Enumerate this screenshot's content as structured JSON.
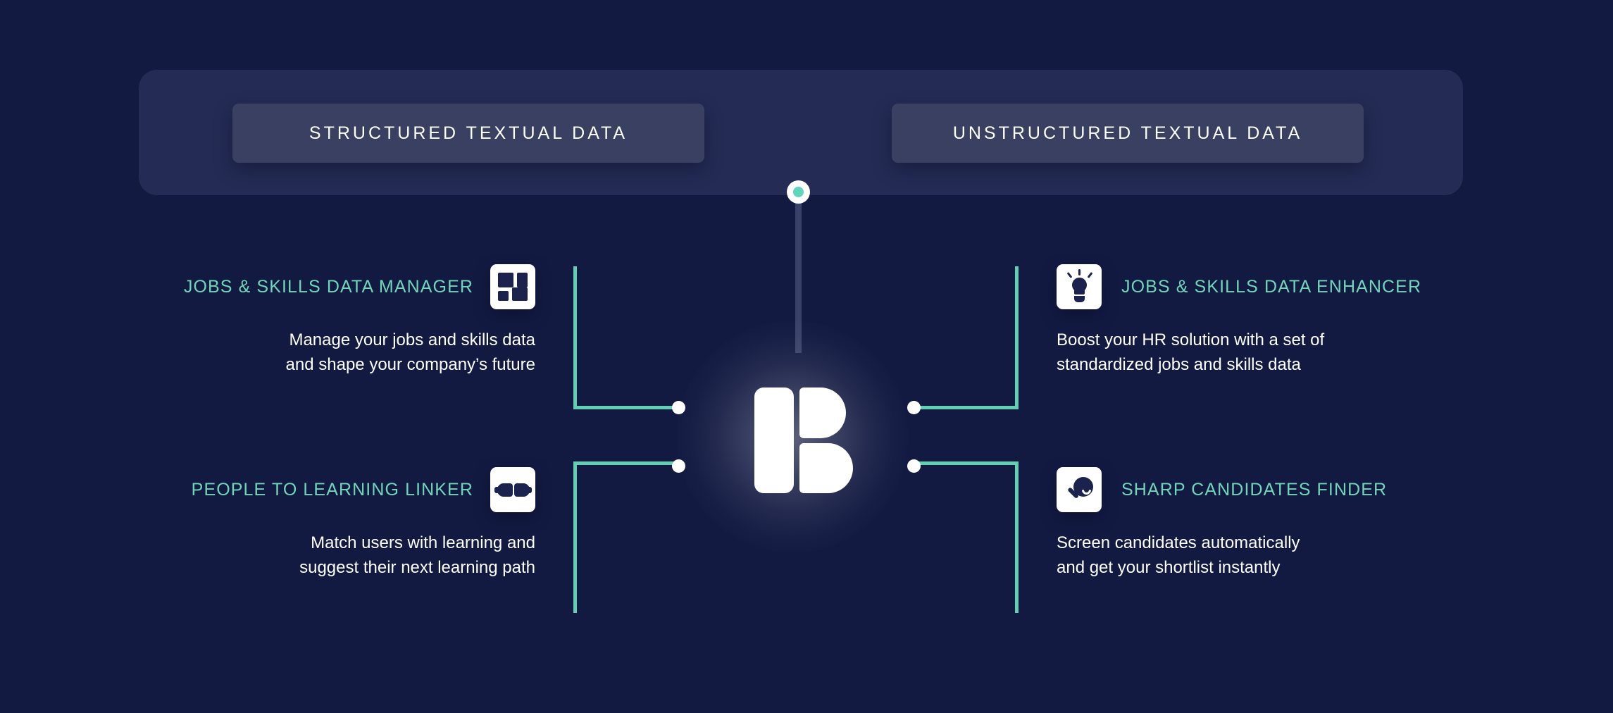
{
  "page": {
    "background_color": "#131a42",
    "panel_color": "#242c55",
    "pill_color": "#3a4062",
    "accent_teal": "#6fd6b9",
    "connector_color": "#62cfb4",
    "node_center_color": "#5fd5bb",
    "icon_tile_color": "#ffffff",
    "icon_glyph_color": "#1b224d"
  },
  "header": {
    "pills": [
      {
        "label": "STRUCTURED TEXTUAL DATA"
      },
      {
        "label": "UNSTRUCTURED TEXTUAL DATA"
      }
    ]
  },
  "center": {
    "logo_name": "logo-b-mark",
    "node_name": "hub-node"
  },
  "features": {
    "top_left": {
      "title": "JOBS & SKILLS DATA MANAGER",
      "description": "Manage your jobs and skills data\nand shape your company’s future",
      "icon": "grid-icon"
    },
    "bottom_left": {
      "title": "PEOPLE TO LEARNING LINKER",
      "description": "Match users with learning and\nsuggest their next learning path",
      "icon": "plug-connector-icon"
    },
    "top_right": {
      "title": "JOBS & SKILLS DATA ENHANCER",
      "description": "Boost your HR solution with a set of\nstandardized jobs and skills data",
      "icon": "lightbulb-icon"
    },
    "bottom_right": {
      "title": "SHARP CANDIDATES FINDER",
      "description": "Screen candidates automatically\nand get your shortlist instantly",
      "icon": "magnifier-icon"
    }
  }
}
